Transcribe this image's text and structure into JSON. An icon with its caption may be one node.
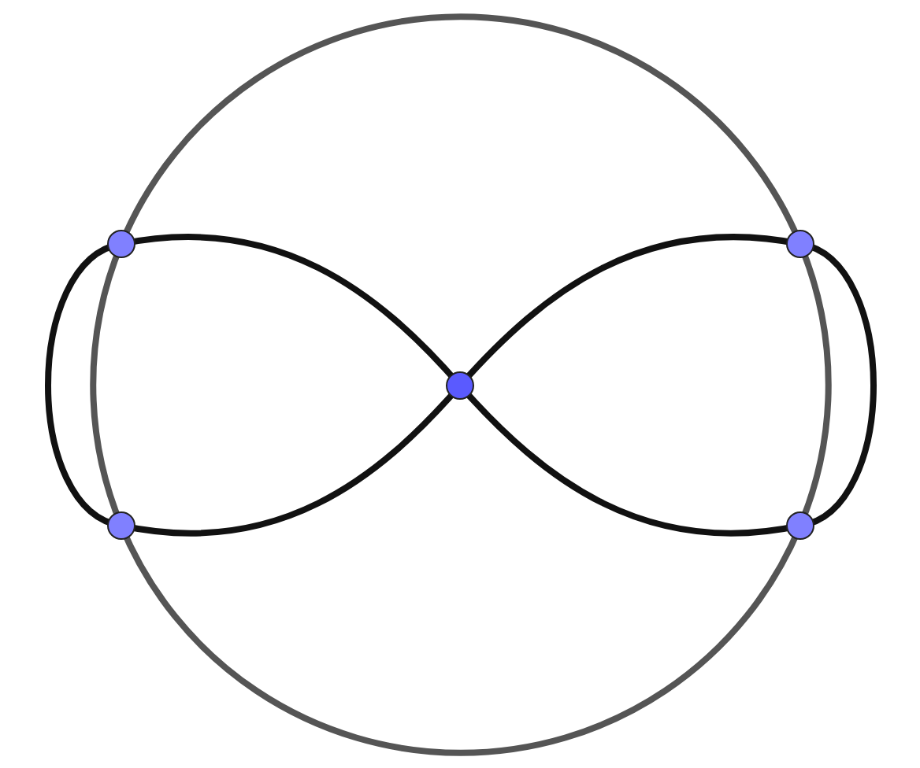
{
  "diagram": {
    "nodes": [
      {
        "text": [],
        "shape": "circle"
      },
      {
        "text": [],
        "shape": "circle"
      },
      {
        "text": [],
        "shape": "circle"
      },
      {
        "text": [],
        "shape": "circle"
      },
      {
        "text": [],
        "shape": "circle"
      }
    ],
    "edges": [
      {
        "from": 2,
        "to": 0,
        "arrow": "none"
      },
      {
        "from": 0,
        "to": 3,
        "arrow": "none"
      },
      {
        "from": 3,
        "to": 2,
        "arrow": "none"
      },
      {
        "from": 2,
        "to": 1,
        "arrow": "none"
      },
      {
        "from": 1,
        "to": 4,
        "arrow": "none"
      },
      {
        "from": 4,
        "to": 2,
        "arrow": "none"
      },
      {
        "from": 0,
        "to": 1,
        "arrow": "none",
        "color": "#555555"
      },
      {
        "from": 1,
        "to": 4,
        "arrow": "none",
        "color": "#555555"
      },
      {
        "from": 4,
        "to": 3,
        "arrow": "none",
        "color": "#555555"
      },
      {
        "from": 3,
        "to": 0,
        "arrow": "none",
        "color": "#555555"
      }
    ]
  }
}
